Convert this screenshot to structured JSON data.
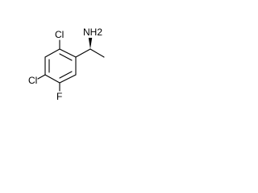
{
  "molecule": {
    "labels": {
      "cl_top": "Cl",
      "cl_left": "Cl",
      "fluorine": "F",
      "amine": "NH2"
    },
    "stereo_bond": "wedge"
  }
}
